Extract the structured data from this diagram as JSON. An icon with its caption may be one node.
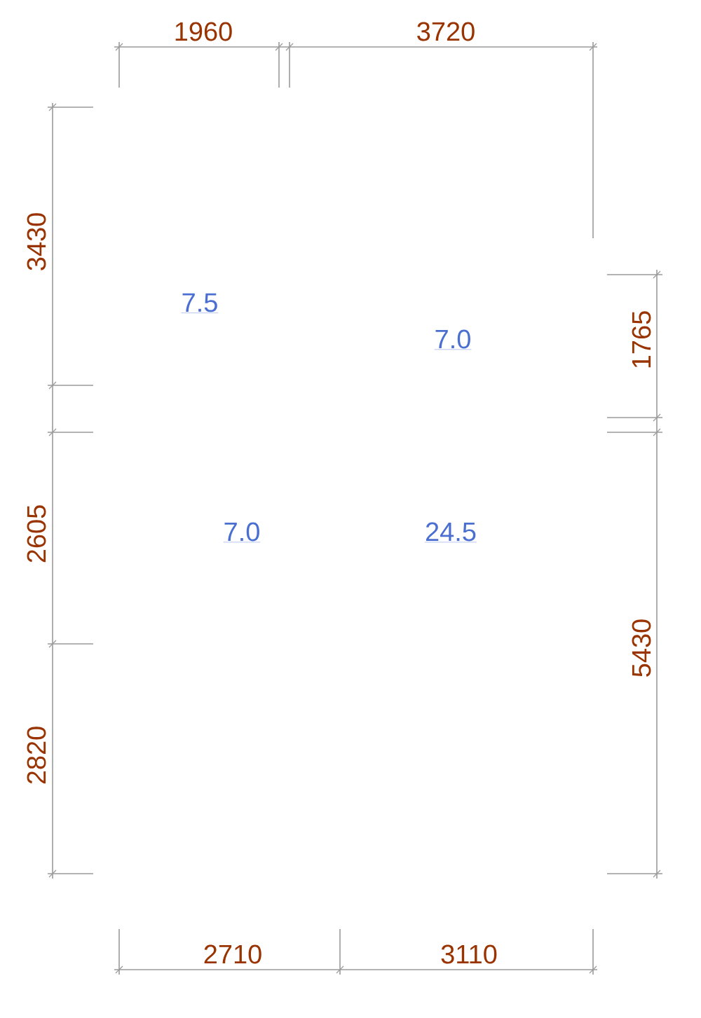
{
  "diagram": {
    "labels": [
      "1960",
      "3720",
      "3430",
      "7.5",
      "7.0",
      "1765",
      "2605",
      "7.0",
      "24.5",
      "5430",
      "2820",
      "2710",
      "3110"
    ]
  }
}
